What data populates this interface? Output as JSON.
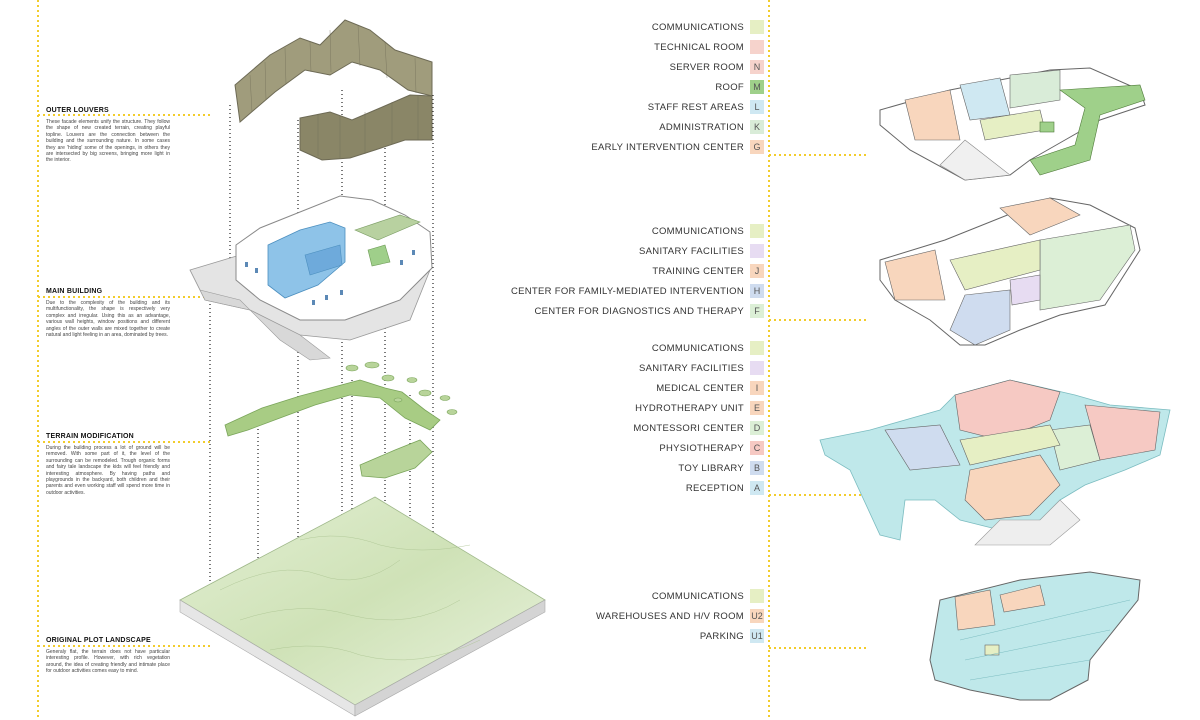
{
  "sections": [
    {
      "id": "louvers",
      "title": "OUTER LOUVERS",
      "text": "These facade elements unify the structure. They follow the shape of new created terrain, creating playful topline. Louvers are the connection between the building and the surrounding nature. In some cases they are 'hiding' some of the openings, in others they are intersected by big screens, bringing more light in the interior."
    },
    {
      "id": "main",
      "title": "MAIN BUILDING",
      "text": "Due to the complexity of the building and its multifunctionality, the shape is respectively very complex and irregular. Using this as an advantage, various wall heights, window positions and different angles of the outer walls are mixed together to create natural and light feeling in an area, dominated by trees."
    },
    {
      "id": "terrain",
      "title": "TERRAIN MODIFICATION",
      "text": "During the building process a lot of ground will be removed. With some part of it, the level of the surrounding can be remodeled. Trough organic forms and fairy tale landscape the kids will feel friendly and interesting atmosphere. By having paths and playgrounds in the backyard, both children and their parents and even working staff will spend more time in outdoor activities."
    },
    {
      "id": "plot",
      "title": "ORIGINAL PLOT LANDSCAPE",
      "text": "Generaly flat, the terrain does not have particular interesting profile. However, with rich vegetation around, the idea of creating friendly and intimate place for outdoor activities comes easy to mind."
    }
  ],
  "legend_groups": [
    {
      "items": [
        {
          "label": "COMMUNICATIONS",
          "code": "",
          "color": "#e6efc4"
        },
        {
          "label": "TECHNICAL ROOM",
          "code": "",
          "color": "#f6d3cc"
        },
        {
          "label": "SERVER ROOM",
          "code": "N",
          "color": "#f6d3cc"
        },
        {
          "label": "ROOF",
          "code": "M",
          "color": "#9fd08a"
        },
        {
          "label": "STAFF REST AREAS",
          "code": "L",
          "color": "#cfe8f2"
        },
        {
          "label": "ADMINISTRATION",
          "code": "K",
          "color": "#d9ecd8"
        },
        {
          "label": "EARLY INTERVENTION CENTER",
          "code": "G",
          "color": "#f8d6bd"
        }
      ]
    },
    {
      "items": [
        {
          "label": "COMMUNICATIONS",
          "code": "",
          "color": "#e6efc4"
        },
        {
          "label": "SANITARY FACILITIES",
          "code": "",
          "color": "#e7dcf2"
        },
        {
          "label": "TRAINING CENTER",
          "code": "J",
          "color": "#f8d6bd"
        },
        {
          "label": "CENTER FOR FAMILY-MEDIATED INTERVENTION",
          "code": "H",
          "color": "#cfdcef"
        },
        {
          "label": "CENTER FOR DIAGNOSTICS AND THERAPY",
          "code": "F",
          "color": "#dcefd6"
        }
      ]
    },
    {
      "items": [
        {
          "label": "COMMUNICATIONS",
          "code": "",
          "color": "#e6efc4"
        },
        {
          "label": "SANITARY FACILITIES",
          "code": "",
          "color": "#e7dcf2"
        },
        {
          "label": "MEDICAL CENTER",
          "code": "I",
          "color": "#f8d6bd"
        },
        {
          "label": "HYDROTHERAPY UNIT",
          "code": "E",
          "color": "#f8d6bd"
        },
        {
          "label": "MONTESSORI CENTER",
          "code": "D",
          "color": "#dcefd6"
        },
        {
          "label": "PHYSIOTHERAPY",
          "code": "C",
          "color": "#f6c9c3"
        },
        {
          "label": "TOY LIBRARY",
          "code": "B",
          "color": "#cfdcef"
        },
        {
          "label": "RECEPTION",
          "code": "A",
          "color": "#cfe8f2"
        }
      ]
    },
    {
      "items": [
        {
          "label": "COMMUNICATIONS",
          "code": "",
          "color": "#e6efc4"
        },
        {
          "label": "WAREHOUSES AND H/V ROOM",
          "code": "U2",
          "color": "#f8d6bd"
        },
        {
          "label": "PARKING",
          "code": "U1",
          "color": "#cfe8f2"
        }
      ]
    }
  ],
  "colors": {
    "accent_dotted": "#f2cc2c",
    "louver": "#8a8667",
    "terrain_green": "#a8cc84",
    "plot_green": "#cfe2b7",
    "glass_blue": "#7fb7e0",
    "parking_blue": "#bfe8ea",
    "walls": "#ffffff",
    "wall_stroke": "#8a8a8a"
  }
}
